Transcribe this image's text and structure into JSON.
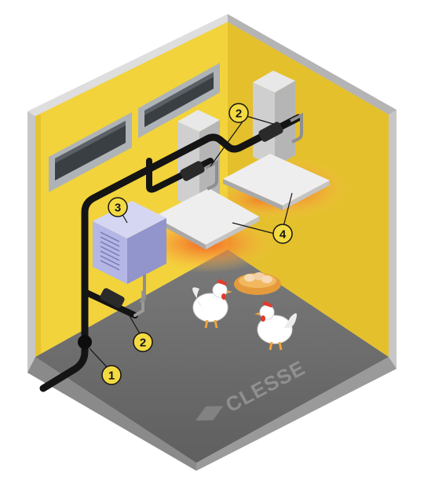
{
  "brand": {
    "name": "CLESSE"
  },
  "callouts": [
    {
      "id": "1",
      "label": "1"
    },
    {
      "id": "2a",
      "label": "2"
    },
    {
      "id": "2b",
      "label": "2"
    },
    {
      "id": "3",
      "label": "3"
    },
    {
      "id": "4",
      "label": "4"
    }
  ],
  "colors": {
    "wall_yellow": "#f2d33b",
    "wall_yellow_dark": "#e2be2c",
    "floor": "#6b6b6b",
    "frame": "#c9c9c9",
    "pipe": "#141414",
    "callout_fill": "#f4da42",
    "heat_glow": "#f26a2b",
    "heater_panel": "#b6b8e6"
  }
}
